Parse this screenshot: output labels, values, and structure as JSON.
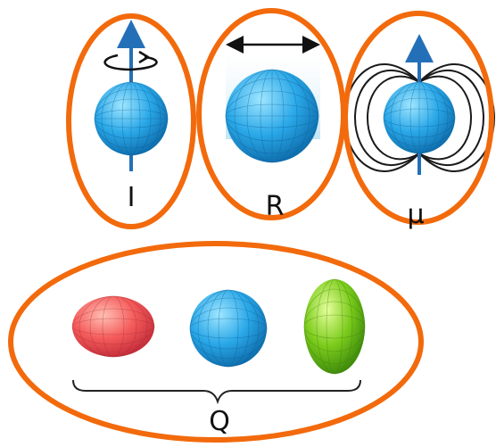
{
  "labels": {
    "spin": "I",
    "radius": "R",
    "magnetic": "μ",
    "quadrupole": "Q"
  },
  "colors": {
    "outline": "#f26a0c",
    "sphere_blue": "#2aa8e8",
    "shape_oblate": "#f45a5a",
    "shape_prolate": "#7ccc1c",
    "axis_arrow": "#2470b8",
    "field_line": "#1a1a1a",
    "radius_glow": "#bfe4f4"
  },
  "icons": {
    "spin": "spin-rotation-icon",
    "radius": "double-arrow-icon",
    "magnetic": "field-lines-icon"
  }
}
